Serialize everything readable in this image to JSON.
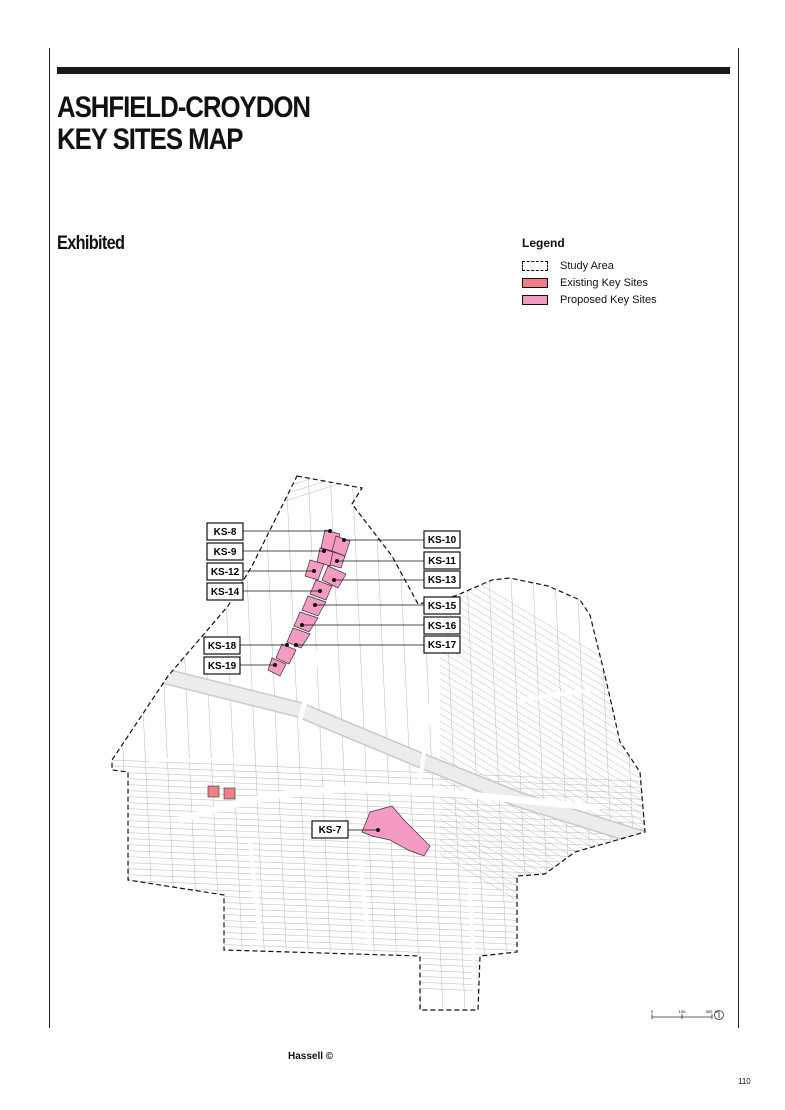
{
  "header": {
    "title_line1": "ASHFIELD-CROYDON",
    "title_line2": "KEY SITES MAP",
    "subtitle": "Exhibited"
  },
  "legend": {
    "title": "Legend",
    "items": [
      {
        "label": "Study Area",
        "style": "dashed-outline"
      },
      {
        "label": "Existing Key Sites",
        "color": "#f07e88"
      },
      {
        "label": "Proposed Key Sites",
        "color": "#f59ac3"
      }
    ]
  },
  "map": {
    "colors": {
      "existing": "#f07e88",
      "proposed": "#f59ac3",
      "parcel_line": "#b5b5b5"
    },
    "key_sites": [
      "KS-7",
      "KS-8",
      "KS-9",
      "KS-10",
      "KS-11",
      "KS-12",
      "KS-13",
      "KS-14",
      "KS-15",
      "KS-16",
      "KS-17",
      "KS-18",
      "KS-19"
    ],
    "scale_bar": {
      "ticks": [
        "0",
        "150",
        "300"
      ],
      "unit": "m"
    },
    "north_arrow": "north-arrow-icon"
  },
  "footer": {
    "credit": "Hassell ©",
    "page_number": "110"
  }
}
